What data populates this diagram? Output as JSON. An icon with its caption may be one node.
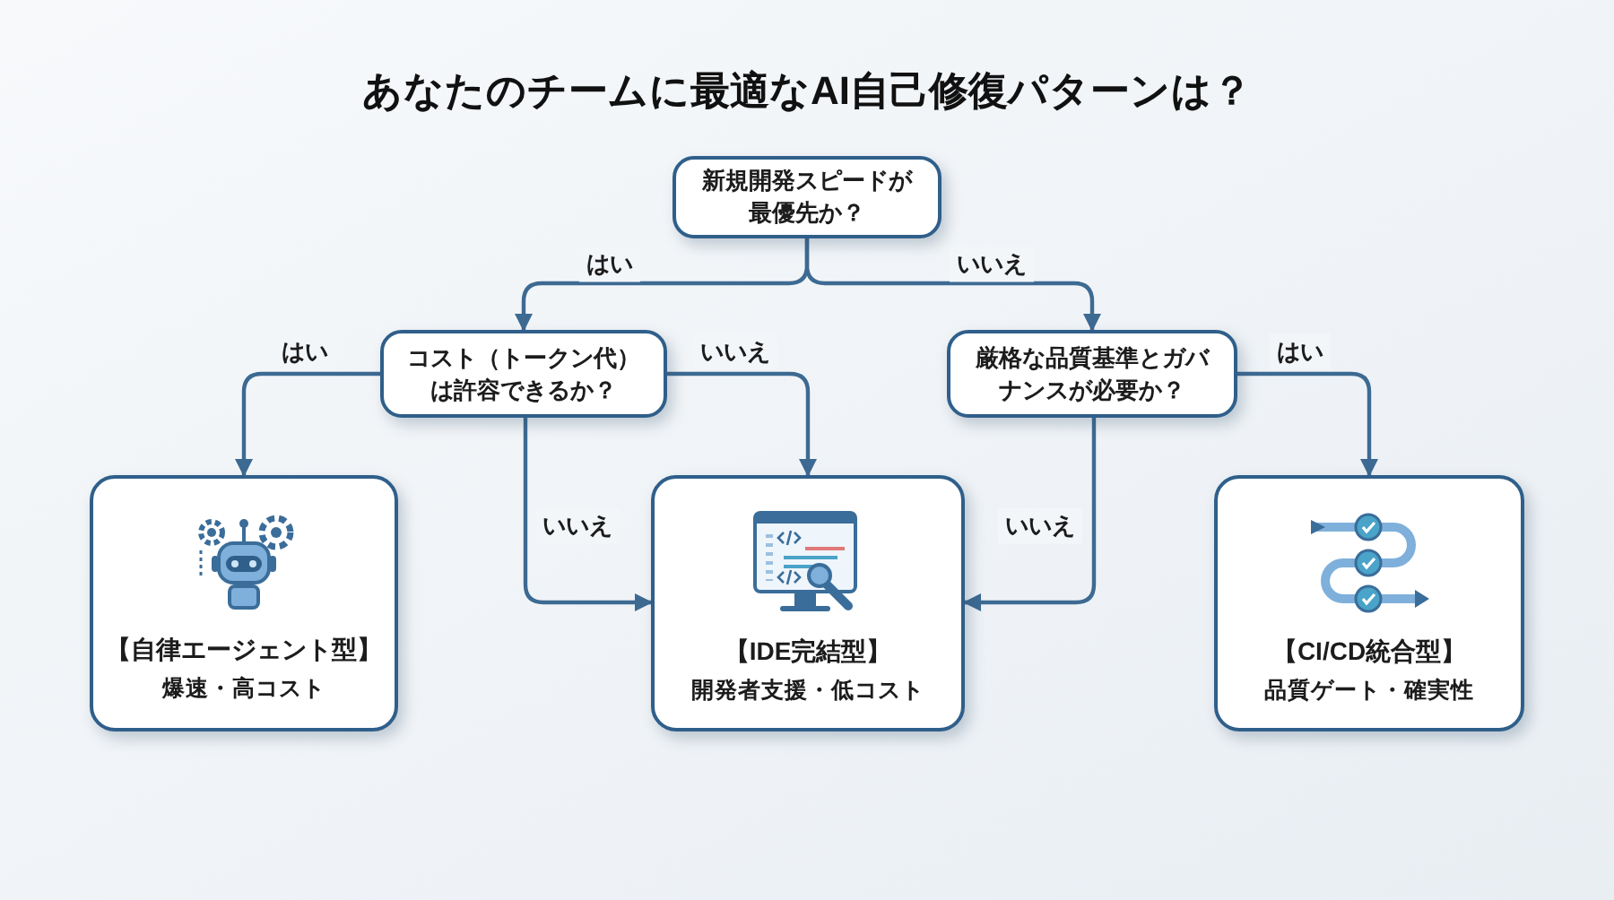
{
  "diagram": {
    "title": "あなたのチームに最適なAI自己修復パターンは？",
    "nodes": [
      {
        "text": [
          "新規開発スピードが最優先か？"
        ]
      },
      {
        "text": [
          "コスト（トークン代）は許容できるか？"
        ]
      },
      {
        "text": [
          "厳格な品質基準とガバナンスが必要か？"
        ]
      },
      {
        "text": [
          "【自律エージェント型】",
          "爆速・高コスト"
        ]
      },
      {
        "text": [
          "【IDE完結型】",
          "開発者支援・低コスト"
        ]
      },
      {
        "text": [
          "【CI/CD統合型】",
          "品質ゲート・確実性"
        ]
      }
    ],
    "edges": [
      {
        "from": 0,
        "to": 1,
        "arrow": "to",
        "label": "はい"
      },
      {
        "from": 0,
        "to": 2,
        "arrow": "to",
        "label": "いいえ"
      },
      {
        "from": 1,
        "to": 3,
        "arrow": "to",
        "label": "はい"
      },
      {
        "from": 1,
        "to": 4,
        "arrow": "to",
        "label": "いいえ"
      },
      {
        "from": 1,
        "to": 4,
        "arrow": "to",
        "label": "いいえ"
      },
      {
        "from": 2,
        "to": 4,
        "arrow": "to",
        "label": "いいえ"
      },
      {
        "from": 2,
        "to": 5,
        "arrow": "to",
        "label": "はい"
      }
    ]
  }
}
